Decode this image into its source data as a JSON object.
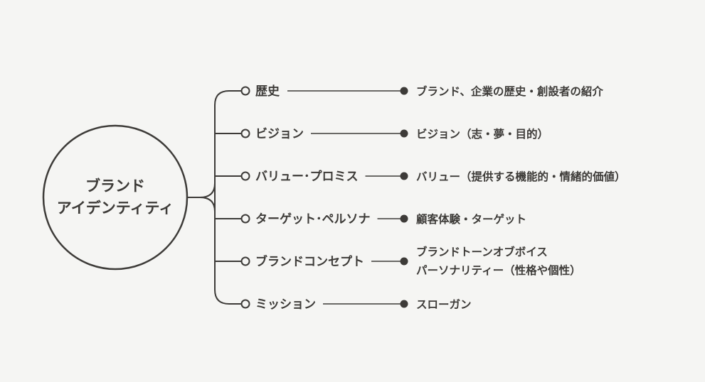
{
  "center": {
    "lines": [
      "ブランド",
      "アイデンティティ"
    ]
  },
  "branches": [
    {
      "label": "歴史",
      "desc": [
        "ブランド、企業の歴史・創設者の紹介"
      ]
    },
    {
      "label": "ビジョン",
      "desc": [
        "ビジョン（志・夢・目的）"
      ]
    },
    {
      "label": "バリュー･プロミス",
      "desc": [
        "バリュー（提供する機能的・情緒的価値）"
      ]
    },
    {
      "label": "ターゲット･ペルソナ",
      "desc": [
        "顧客体験・ターゲット"
      ]
    },
    {
      "label": "ブランドコンセプト",
      "desc": [
        "ブランドトーンオブボイス",
        "パーソナリティー（性格や個性）"
      ]
    },
    {
      "label": "ミッション",
      "desc": [
        "スローガン"
      ]
    }
  ],
  "colors": {
    "background": "#f5f5f3",
    "line": "#3d3b38",
    "text": "#3d3b38"
  }
}
